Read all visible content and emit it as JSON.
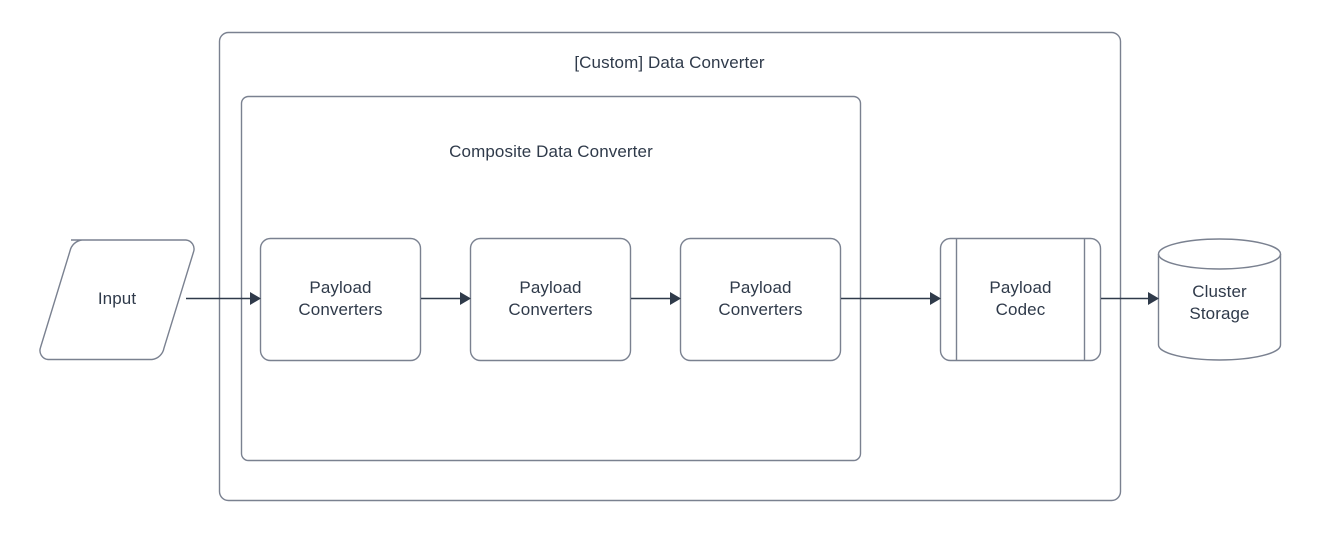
{
  "diagram": {
    "title": "[Custom] Data Converter",
    "containers": [
      {
        "id": "custom-data-converter",
        "label": "[Custom] Data Converter"
      },
      {
        "id": "composite-data-converter",
        "label": "Composite Data Converter"
      }
    ],
    "nodes": [
      {
        "id": "input",
        "label": "Input",
        "shape": "parallelogram"
      },
      {
        "id": "payload-converters-1",
        "label": "Payload\nConverters",
        "shape": "rounded-rect"
      },
      {
        "id": "payload-converters-2",
        "label": "Payload\nConverters",
        "shape": "rounded-rect"
      },
      {
        "id": "payload-converters-3",
        "label": "Payload\nConverters",
        "shape": "rounded-rect"
      },
      {
        "id": "payload-codec",
        "label": "Payload\nCodec",
        "shape": "process"
      },
      {
        "id": "cluster-storage",
        "label": "Cluster\nStorage",
        "shape": "cylinder"
      }
    ],
    "edges": [
      {
        "id": "edge-input-to-converters-1",
        "from": "input",
        "to": "payload-converters-1"
      },
      {
        "id": "edge-converters-1-to-converters-2",
        "from": "payload-converters-1",
        "to": "payload-converters-2"
      },
      {
        "id": "edge-converters-2-to-converters-3",
        "from": "payload-converters-2",
        "to": "payload-converters-3"
      },
      {
        "id": "edge-converters-3-to-codec",
        "from": "payload-converters-3",
        "to": "payload-codec"
      },
      {
        "id": "edge-codec-to-storage",
        "from": "payload-codec",
        "to": "cluster-storage"
      }
    ],
    "colors": {
      "background": "#ffffff",
      "shape_fill": "#ffffff",
      "shape_stroke": "#7a8190",
      "connector": "#2f3a4a",
      "text": "#2f3a4a"
    }
  }
}
